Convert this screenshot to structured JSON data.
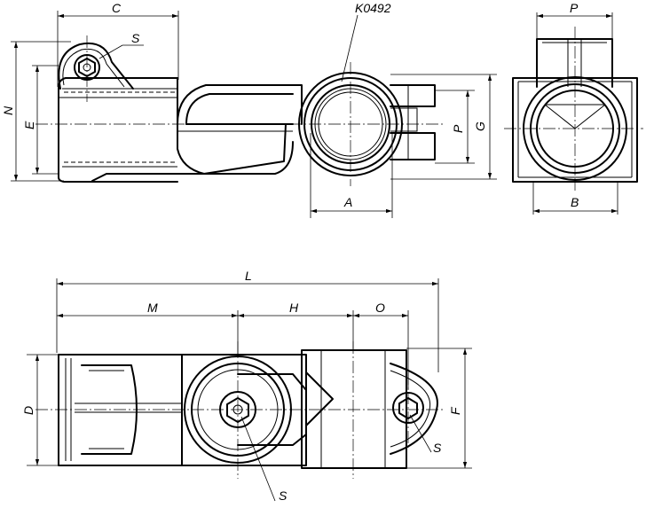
{
  "part_number": "K0492",
  "dimensions": {
    "top_view": {
      "C": "C",
      "S": "S",
      "N": "N",
      "E": "E",
      "P": "P",
      "G": "G",
      "A": "A"
    },
    "side_view": {
      "P": "P",
      "B": "B"
    },
    "bottom_view": {
      "L": "L",
      "M": "M",
      "H": "H",
      "O": "O",
      "D": "D",
      "F": "F",
      "S_left": "S",
      "S_right": "S"
    }
  }
}
